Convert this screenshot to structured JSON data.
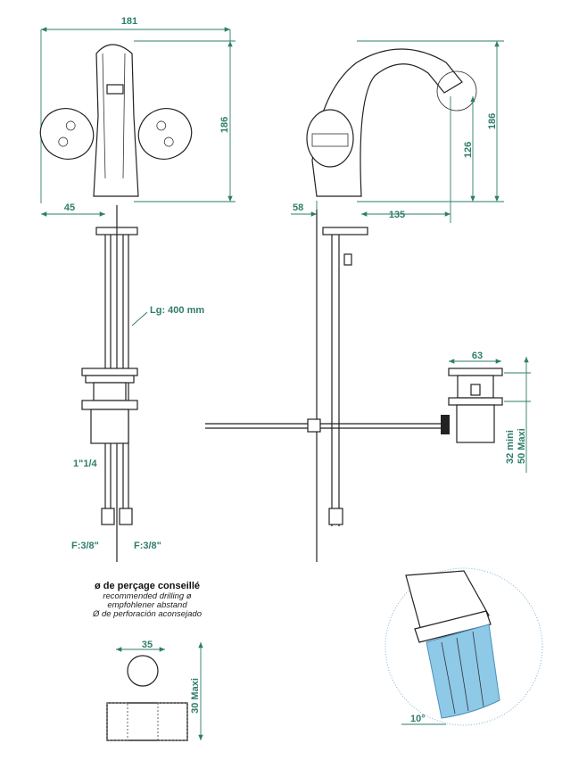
{
  "front_view": {
    "width_dim": "181",
    "height_dim": "186",
    "offset_dim": "45",
    "hose_length": "Lg: 400 mm",
    "waste_thread": "1\"1/4",
    "hose_left": "F:3/8\"",
    "hose_right": "F:3/8\""
  },
  "side_view": {
    "base_dim": "58",
    "reach_dim": "135",
    "spout_height_dim": "126",
    "total_height_dim": "186"
  },
  "waste_detail": {
    "diameter_dim": "63",
    "min_dim": "32 mini",
    "max_dim": "50 Maxi"
  },
  "drilling": {
    "title": "ø de perçage conseillé",
    "line_en": "recommended drilling ø",
    "line_de": "empfohlener abstand",
    "line_es": "Ø de perforación aconsejado",
    "diameter_dim": "35",
    "thickness_dim": "30 Maxi"
  },
  "aerator_detail": {
    "angle": "10°",
    "spray_color": "#8ec9e8"
  },
  "colors": {
    "dimension": "#2e7d6a"
  }
}
